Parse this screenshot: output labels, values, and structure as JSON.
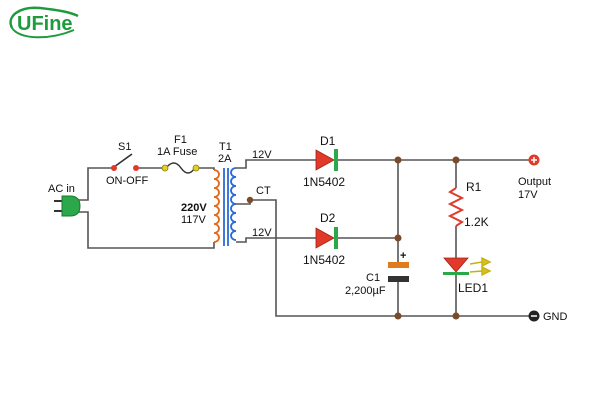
{
  "logo": {
    "text": "UFine",
    "colors": {
      "green": "#1e9b3c",
      "navy": "#1f3e7a"
    }
  },
  "labels": {
    "ac_in": "AC in",
    "s1": "S1",
    "on_off": "ON-OFF",
    "f1": "F1",
    "fuse": "1A Fuse",
    "t1": "T1",
    "t1_rating": "2A",
    "primary_v1": "220V",
    "primary_v2": "117V",
    "sec_top": "12V",
    "ct": "CT",
    "sec_bottom": "12V",
    "d1": "D1",
    "d1_part": "1N5402",
    "d2": "D2",
    "d2_part": "1N5402",
    "c1": "C1",
    "c1_value": "2,200µF",
    "r1": "R1",
    "r1_value": "1.2K",
    "led1": "LED1",
    "output": "Output",
    "output_v": "17V",
    "gnd": "GND"
  },
  "colors": {
    "wire": "#555555",
    "node": "#7a4a2a",
    "diode": "#e23a2a",
    "diode_band": "#2aa84a",
    "coil": "#e06a1a",
    "core": "#2a6ad8",
    "plug": "#2aa84a",
    "resistor": "#e23a2a",
    "cap_top": "#e07a1a",
    "cap_bottom": "#333333",
    "led": "#e23a2a",
    "led_arrow": "#d8c020",
    "fuse_end": "#e0d020",
    "switch_dot": "#e23a2a"
  }
}
